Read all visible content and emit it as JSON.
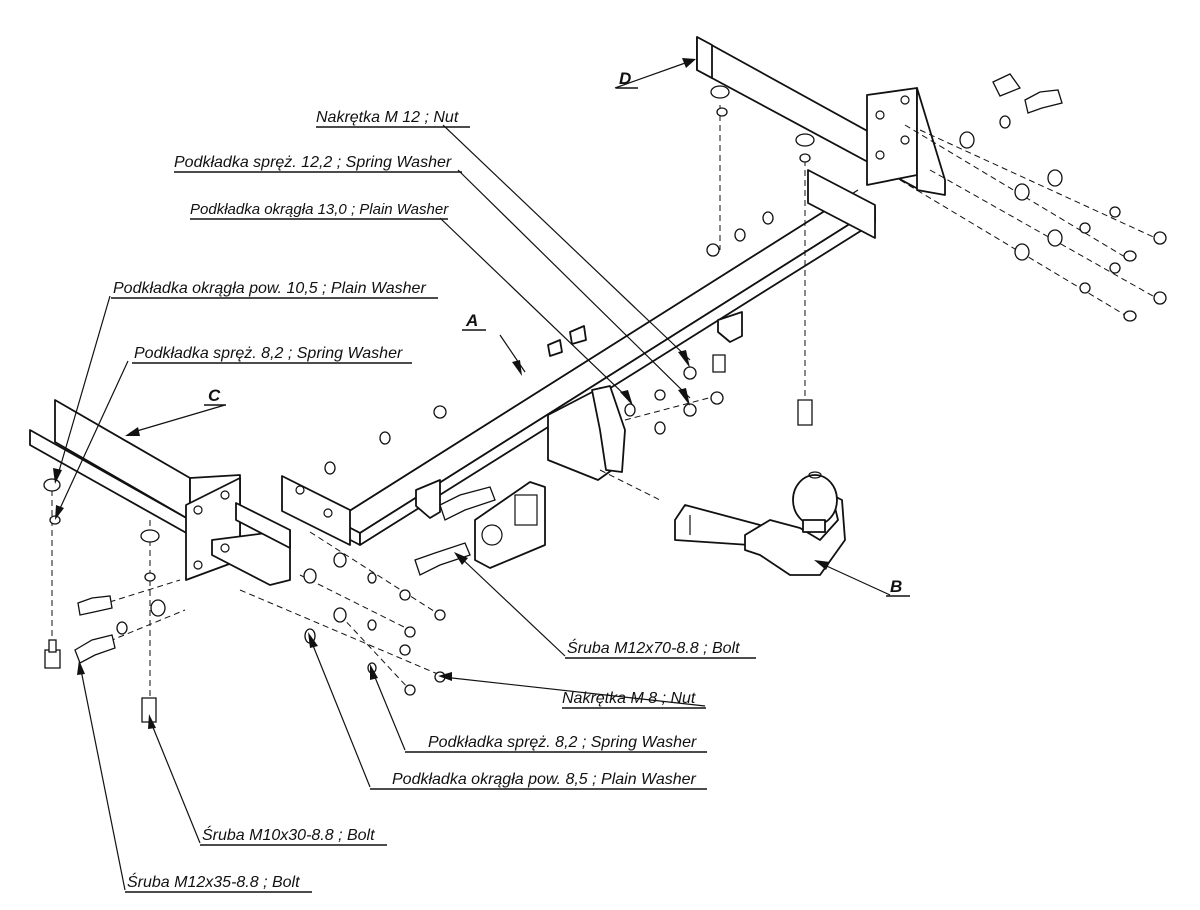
{
  "labels": {
    "nut_m12": "Nakrętka  M  12 ; Nut",
    "spring_washer_12": "Podkładka spręż. 12,2   ; Spring Washer",
    "plain_washer_13": "Podkładka okrągła 13,0 ;  Plain Washer",
    "plain_washer_10": "Podkładka okrągła pow. 10,5   ; Plain Washer",
    "spring_washer_8_top": "Podkładka spręż. 8,2   ; Spring Washer",
    "bolt_m12x70": "Śruba M12x70-8.8   ;  Bolt",
    "nut_m8": "Nakrętka  M  8 ; Nut",
    "spring_washer_8_bottom": "Podkładka spręż. 8,2   ; Spring Washer",
    "plain_washer_8": "Podkładka okrągła pow. 8,5   ; Plain Washer",
    "bolt_m10x30": "Śruba M10x30-8.8   ;  Bolt",
    "bolt_m12x35": "Śruba M12x35-8.8   ;  Bolt"
  },
  "parts": {
    "a": "A",
    "b": "B",
    "c": "C",
    "d": "D"
  },
  "colors": {
    "ink": "#111111",
    "paper": "#ffffff"
  }
}
